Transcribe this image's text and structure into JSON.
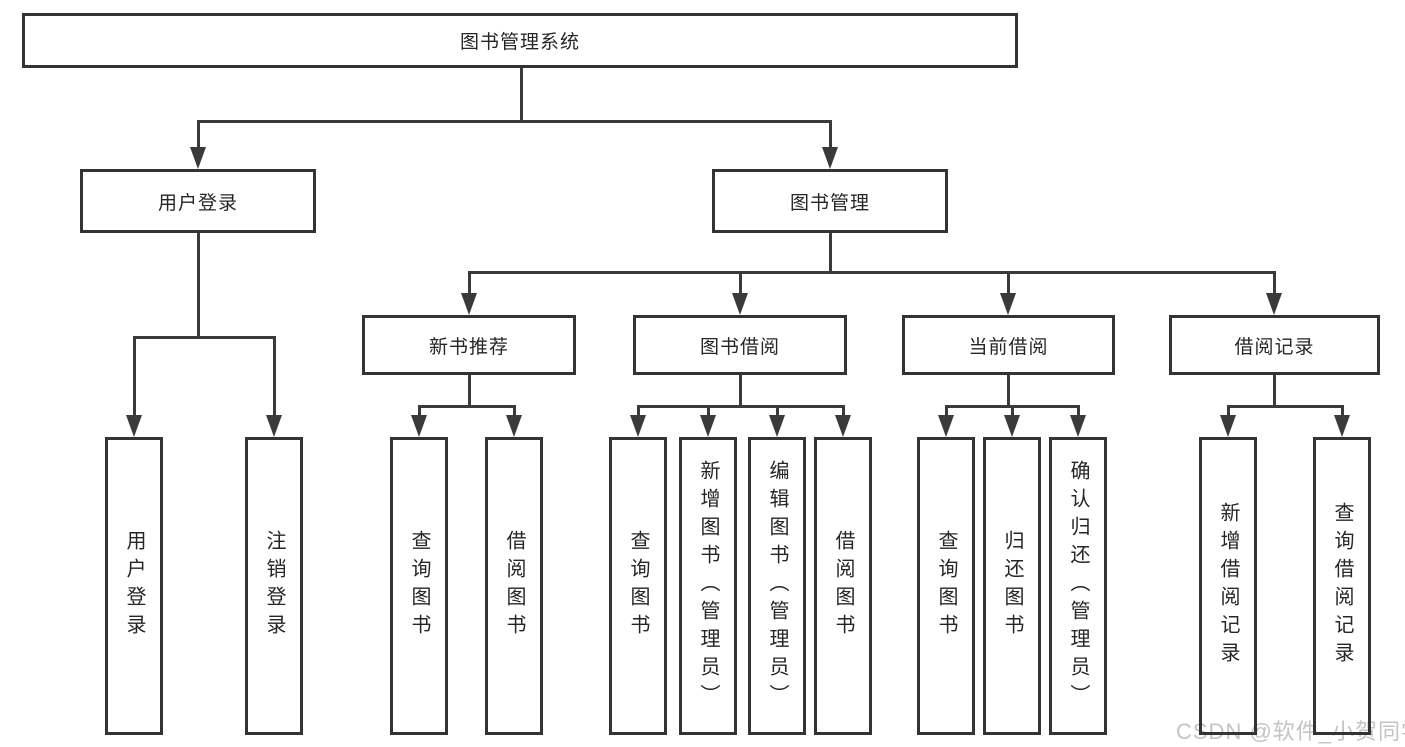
{
  "tree": {
    "label": "图书管理系统",
    "children": [
      {
        "label": "用户登录",
        "children": [
          {
            "label": "用户登录"
          },
          {
            "label": "注销登录"
          }
        ]
      },
      {
        "label": "图书管理",
        "children": [
          {
            "label": "新书推荐",
            "children": [
              {
                "label": "查询图书"
              },
              {
                "label": "借阅图书"
              }
            ]
          },
          {
            "label": "图书借阅",
            "children": [
              {
                "label": "查询图书"
              },
              {
                "label": "新增图书（管理员）"
              },
              {
                "label": "编辑图书（管理员）"
              },
              {
                "label": "借阅图书"
              }
            ]
          },
          {
            "label": "当前借阅",
            "children": [
              {
                "label": "查询图书"
              },
              {
                "label": "归还图书"
              },
              {
                "label": "确认归还（管理员）"
              }
            ]
          },
          {
            "label": "借阅记录",
            "children": [
              {
                "label": "新增借阅记录"
              },
              {
                "label": "查询借阅记录"
              }
            ]
          }
        ]
      }
    ]
  },
  "watermark": {
    "text": "CSDN @软件_小贺同学"
  },
  "colors": {
    "line": "#3a3a3a",
    "box_border": "#333333",
    "text": "#262626",
    "background": "#ffffff",
    "watermark": "#c4c4c4"
  }
}
